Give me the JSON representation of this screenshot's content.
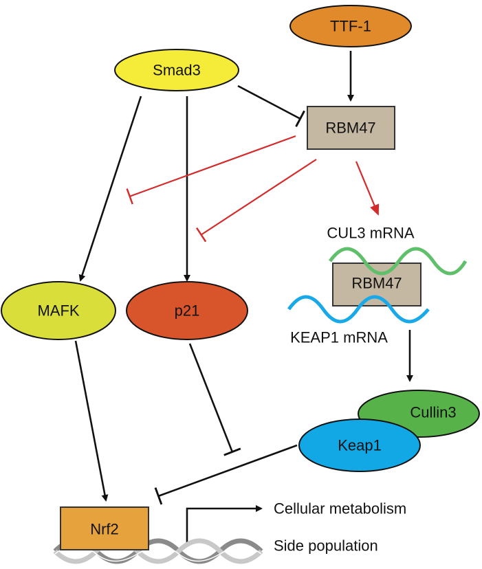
{
  "colors": {
    "ttf1": "#e08a2c",
    "smad3": "#f5ec3a",
    "rbm47": "#c5b8a2",
    "mafk": "#d9de3a",
    "p21": "#d8552b",
    "cullin3": "#57b24a",
    "keap1": "#12a8e6",
    "nrf2": "#e6a23c",
    "cul3_wave": "#5fbf6a",
    "keap1_wave": "#1aa9e8",
    "activation": "#111111",
    "inhibition_red": "#d42a2a",
    "activation_red": "#d42a2a"
  },
  "nodes": {
    "ttf1": "TTF-1",
    "smad3": "Smad3",
    "rbm47_top": "RBM47",
    "cul3_mrna": "CUL3 mRNA",
    "rbm47_complex": "RBM47",
    "keap1_mrna": "KEAP1 mRNA",
    "mafk": "MAFK",
    "p21": "p21",
    "cullin3": "Cullin3",
    "keap1": "Keap1",
    "nrf2": "Nrf2"
  },
  "outputs": {
    "cellular_metabolism": "Cellular metabolism",
    "side_population": "Side population"
  }
}
